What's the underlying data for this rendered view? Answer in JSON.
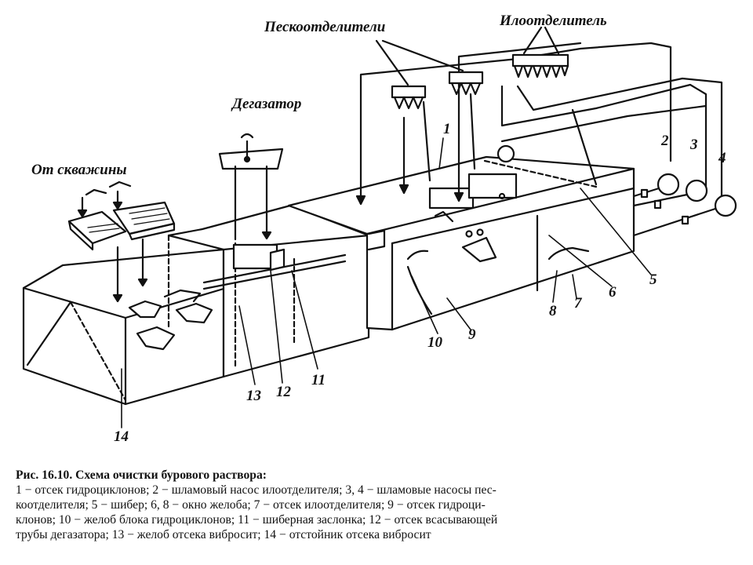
{
  "labels": {
    "sand": "Пескоотделители",
    "silt": "Илоотделитель",
    "degasser": "Дегазатор",
    "well": "От скважины"
  },
  "numbers": {
    "n1": "1",
    "n2": "2",
    "n3": "3",
    "n4": "4",
    "n5": "5",
    "n6": "6",
    "n7": "7",
    "n8": "8",
    "n9": "9",
    "n10": "10",
    "n11": "11",
    "n12": "12",
    "n13": "13",
    "n14": "14"
  },
  "caption": {
    "title": "Рис. 16.10. Схема очистки бурового раствора:",
    "line1": "1 − отсек гидроциклонов; 2 − шламовый насос илоотделителя; 3, 4 − шламовые насосы пес-",
    "line2": "коотделителя; 5 − шибер; 6, 8 − окно желоба; 7 − отсек илоотделителя; 9 − отсек гидроци-",
    "line3": "клонов; 10 − желоб блока гидроциклонов; 11 − шиберная заслонка; 12 − отсек всасывающей",
    "line4": "трубы дегазатора; 13 − желоб отсека вибросит; 14 − отстойник отсека вибросит"
  }
}
